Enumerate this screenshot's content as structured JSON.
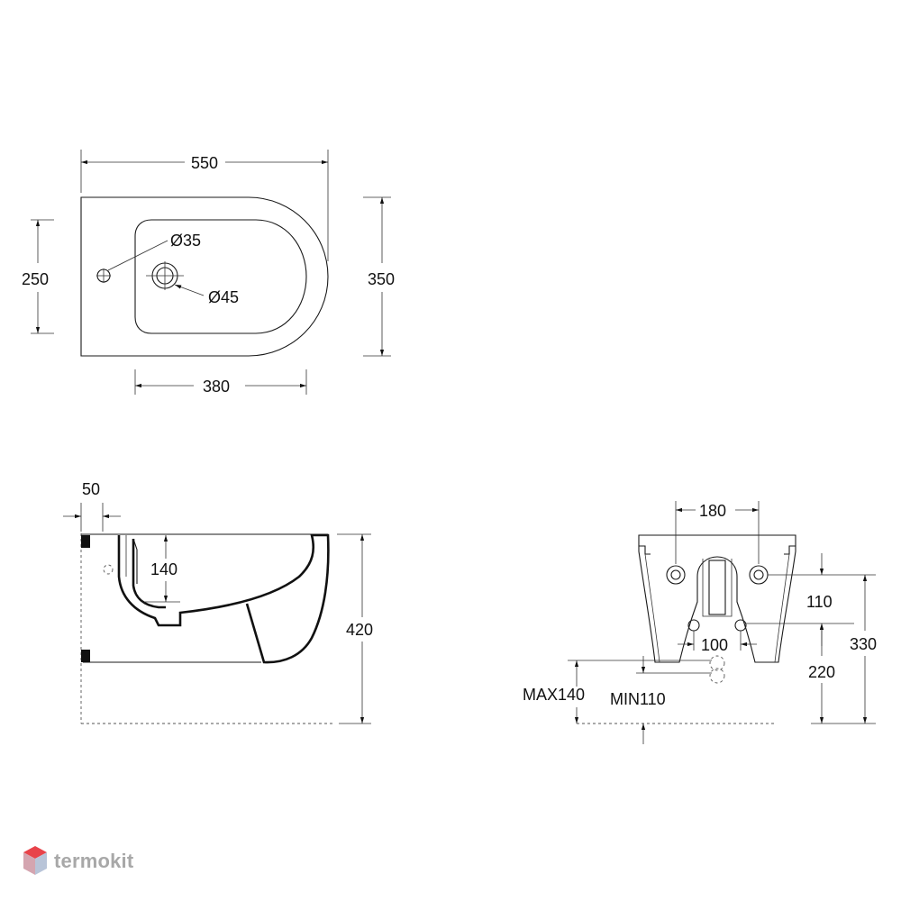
{
  "top_view": {
    "width_label": "550",
    "height_label": "350",
    "inner_height_label": "250",
    "bowl_width_label": "380",
    "tap_hole_label": "Ø35",
    "drain_label": "Ø45"
  },
  "side_view": {
    "offset_label": "50",
    "bowl_depth_label": "140",
    "height_label": "420"
  },
  "back_view": {
    "bolt_spacing_label": "180",
    "pipe_spacing_label": "100",
    "vertical_spacing_label": "110",
    "pipe_height_label": "220",
    "bolt_height_label": "330",
    "max_label": "MAX140",
    "min_label": "MIN110"
  },
  "brand": {
    "name": "termokit",
    "colors": {
      "top": "#e8434a",
      "side": "#d4a5b0",
      "face": "#b8c4d8"
    }
  }
}
